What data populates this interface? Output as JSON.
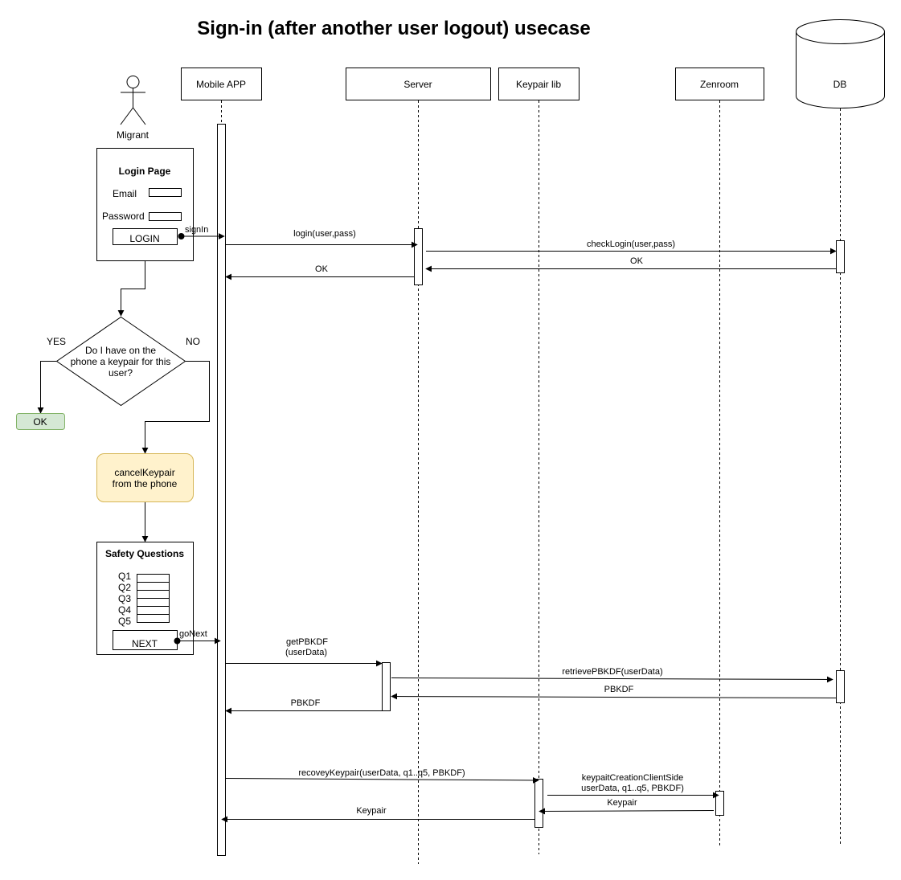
{
  "title": "Sign-in (after another user logout) usecase",
  "actor": {
    "label": "Migrant"
  },
  "lifelines": {
    "mobile": "Mobile APP",
    "server": "Server",
    "keypair": "Keypair lib",
    "zenroom": "Zenroom",
    "db": "DB"
  },
  "login_page": {
    "title": "Login Page",
    "email_label": "Email",
    "password_label": "Password",
    "button": "LOGIN"
  },
  "decision": {
    "line1": "Do I have on the",
    "line2": "phone a keypair for this",
    "line3": "user?",
    "yes": "YES",
    "no": "NO"
  },
  "ok_box": "OK",
  "cancel_box": {
    "line1": "cancelKeypair",
    "line2": "from the phone"
  },
  "safety": {
    "title": "Safety Questions",
    "questions": [
      "Q1",
      "Q2",
      "Q3",
      "Q4",
      "Q5"
    ],
    "button": "NEXT"
  },
  "messages": {
    "signin": "signIn",
    "login": "login(user,pass)",
    "check_login": "checkLogin(user,pass)",
    "ok_db": "OK",
    "ok_server": "OK",
    "gonext": "goNext",
    "get_pbkdf_1": "getPBKDF",
    "get_pbkdf_2": "(userData)",
    "retrieve_pbkdf": "retrievePBKDF(userData)",
    "pbkdf_db": "PBKDF",
    "pbkdf_server": "PBKDF",
    "recovery": "recoveyKeypair(userData, q1..q5, PBKDF)",
    "creation_1": "keypaitCreationClientSide",
    "creation_2": "userData, q1..q5, PBKDF)",
    "keypair_zen": "Keypair",
    "keypair_lib": "Keypair"
  }
}
